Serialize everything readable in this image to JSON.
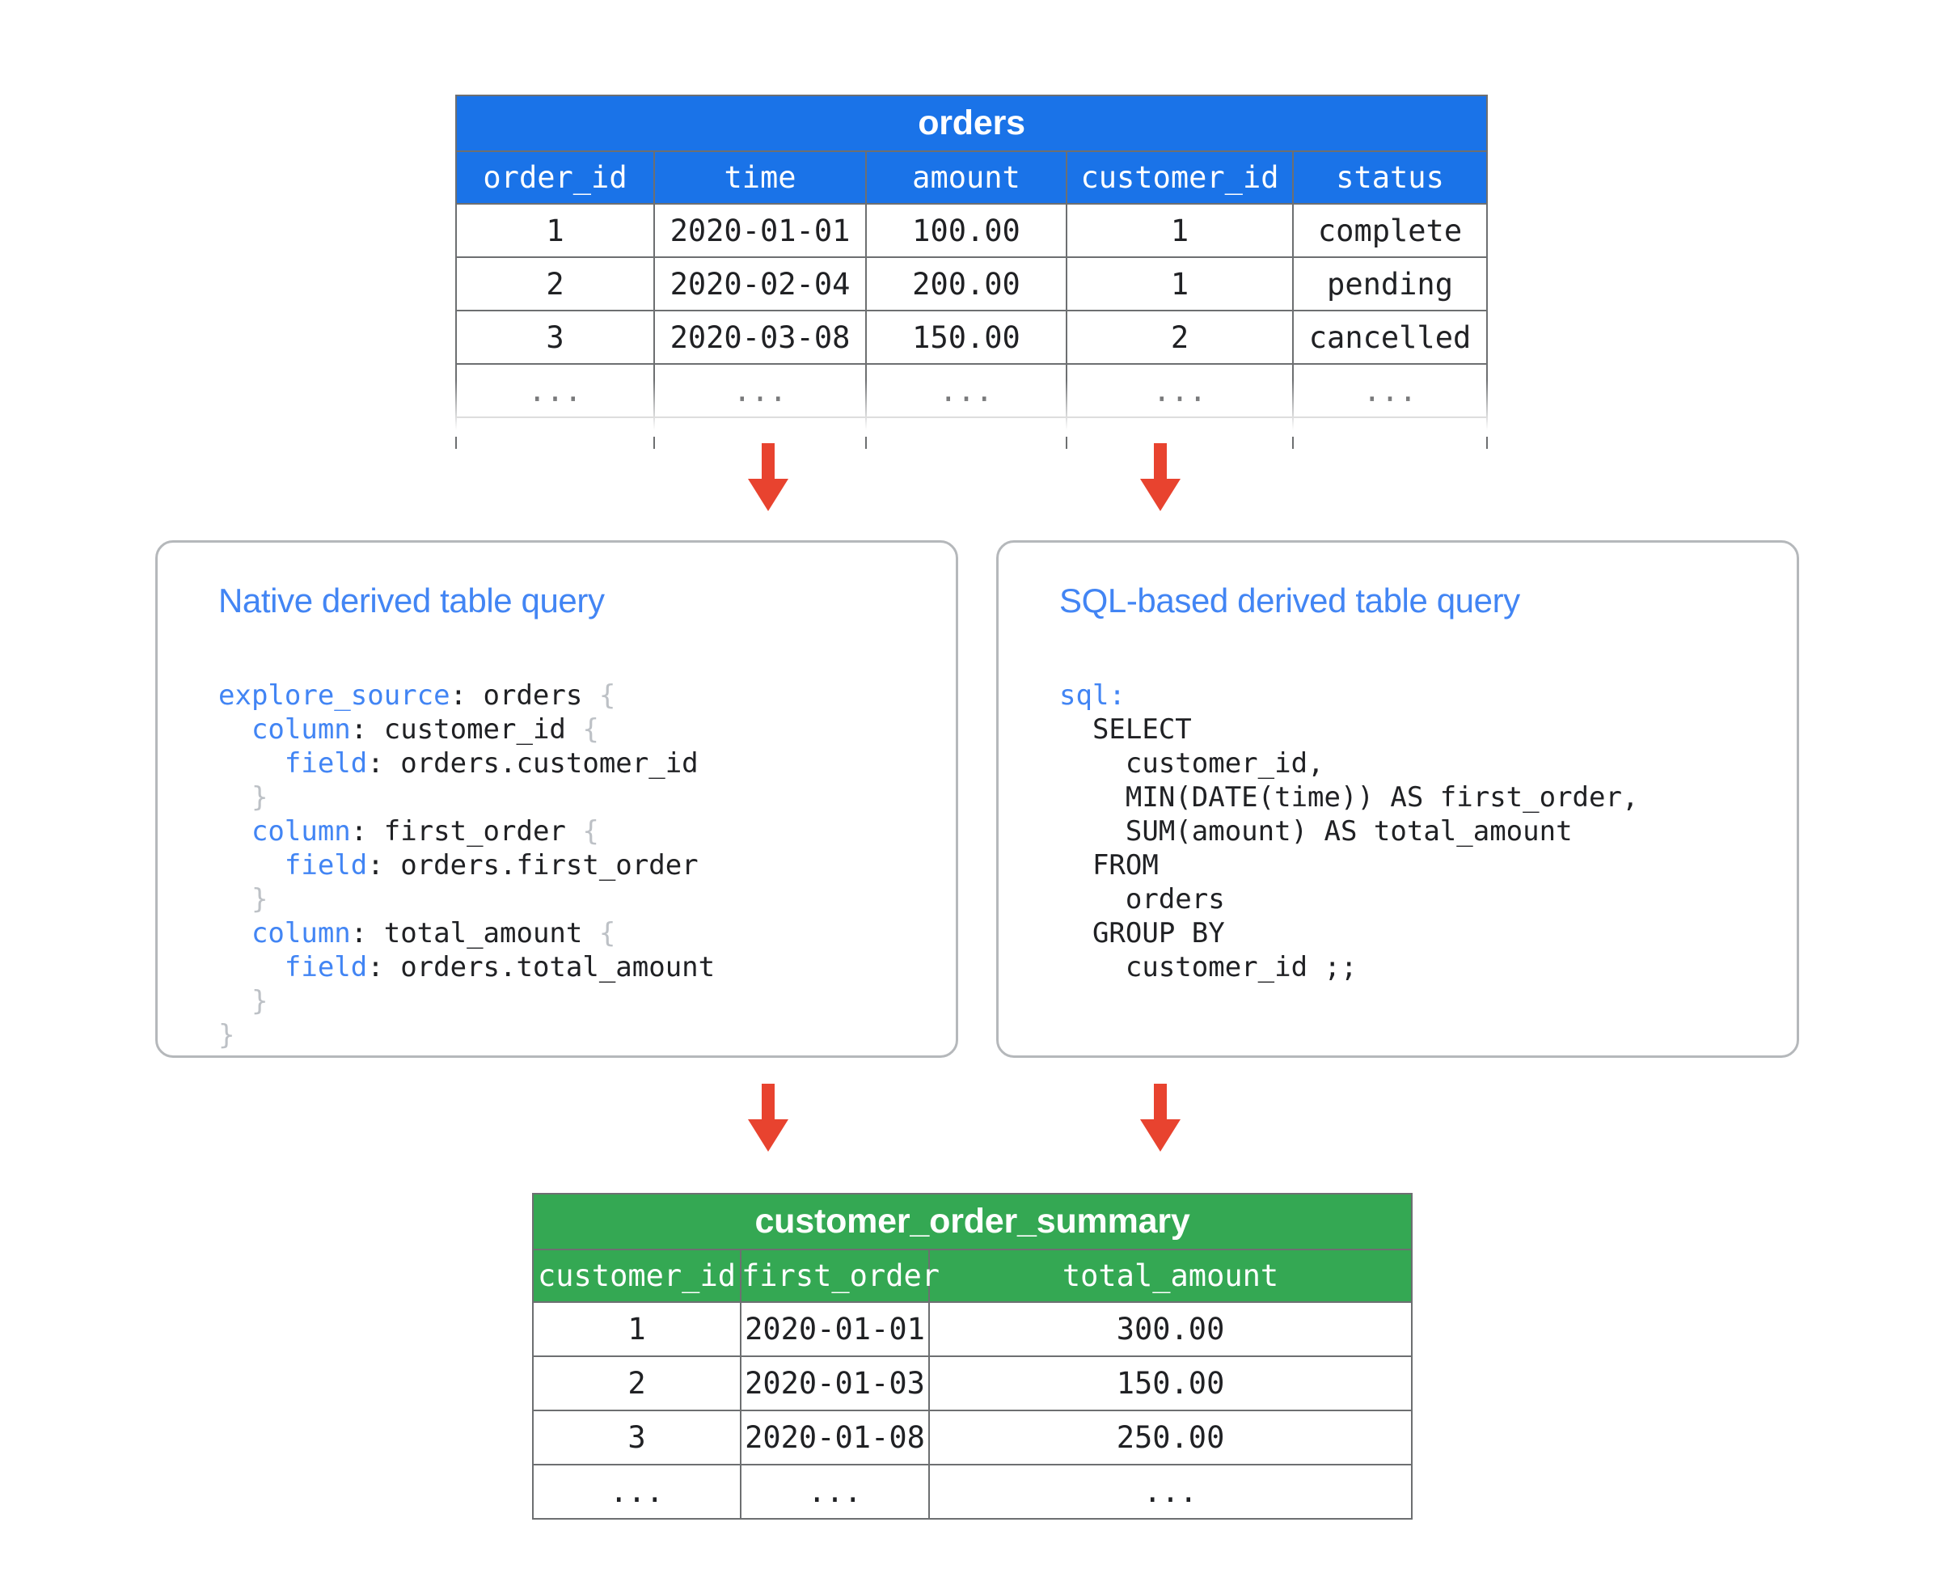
{
  "colors": {
    "source_table_header": "#1a73e8",
    "result_table_header": "#34a853",
    "arrow": "#e8432f",
    "panel_title": "#4285f4",
    "keyword": "#4285f4",
    "brace": "#bdc1c6",
    "grid_line": "#6d6f71"
  },
  "source_table": {
    "title": "orders",
    "columns": [
      "order_id",
      "time",
      "amount",
      "customer_id",
      "status"
    ],
    "rows": [
      [
        "1",
        "2020-01-01",
        "100.00",
        "1",
        "complete"
      ],
      [
        "2",
        "2020-02-04",
        "200.00",
        "1",
        "pending"
      ],
      [
        "3",
        "2020-03-08",
        "150.00",
        "2",
        "cancelled"
      ],
      [
        "...",
        "...",
        "...",
        "...",
        "..."
      ]
    ]
  },
  "result_table": {
    "title": "customer_order_summary",
    "columns": [
      "customer_id",
      "first_order",
      "total_amount"
    ],
    "rows": [
      [
        "1",
        "2020-01-01",
        "300.00"
      ],
      [
        "2",
        "2020-01-03",
        "150.00"
      ],
      [
        "3",
        "2020-01-08",
        "250.00"
      ],
      [
        "...",
        "...",
        "..."
      ]
    ]
  },
  "panels": {
    "native": {
      "title": "Native derived table query",
      "code_lines": [
        [
          {
            "t": "explore_source",
            "c": "kw"
          },
          {
            "t": ": orders ",
            "c": ""
          },
          {
            "t": "{",
            "c": "brc"
          }
        ],
        [
          {
            "t": "  ",
            "c": ""
          },
          {
            "t": "column",
            "c": "kw"
          },
          {
            "t": ": customer_id ",
            "c": ""
          },
          {
            "t": "{",
            "c": "brc"
          }
        ],
        [
          {
            "t": "    ",
            "c": ""
          },
          {
            "t": "field",
            "c": "kw"
          },
          {
            "t": ": orders.customer_id",
            "c": ""
          }
        ],
        [
          {
            "t": "  ",
            "c": ""
          },
          {
            "t": "}",
            "c": "brc"
          }
        ],
        [
          {
            "t": "  ",
            "c": ""
          },
          {
            "t": "column",
            "c": "kw"
          },
          {
            "t": ": first_order ",
            "c": ""
          },
          {
            "t": "{",
            "c": "brc"
          }
        ],
        [
          {
            "t": "    ",
            "c": ""
          },
          {
            "t": "field",
            "c": "kw"
          },
          {
            "t": ": orders.first_order",
            "c": ""
          }
        ],
        [
          {
            "t": "  ",
            "c": ""
          },
          {
            "t": "}",
            "c": "brc"
          }
        ],
        [
          {
            "t": "  ",
            "c": ""
          },
          {
            "t": "column",
            "c": "kw"
          },
          {
            "t": ": total_amount ",
            "c": ""
          },
          {
            "t": "{",
            "c": "brc"
          }
        ],
        [
          {
            "t": "    ",
            "c": ""
          },
          {
            "t": "field",
            "c": "kw"
          },
          {
            "t": ": orders.total_amount",
            "c": ""
          }
        ],
        [
          {
            "t": "  ",
            "c": ""
          },
          {
            "t": "}",
            "c": "brc"
          }
        ],
        [
          {
            "t": "}",
            "c": "brc"
          }
        ]
      ]
    },
    "sql": {
      "title": "SQL-based derived table query",
      "code_lines": [
        [
          {
            "t": "sql",
            "c": "kw"
          },
          {
            "t": ":",
            "c": "kw"
          }
        ],
        [
          {
            "t": "  SELECT",
            "c": ""
          }
        ],
        [
          {
            "t": "    customer_id,",
            "c": ""
          }
        ],
        [
          {
            "t": "    MIN(DATE(time)) AS first_order,",
            "c": ""
          }
        ],
        [
          {
            "t": "    SUM(amount) AS total_amount",
            "c": ""
          }
        ],
        [
          {
            "t": "  FROM",
            "c": ""
          }
        ],
        [
          {
            "t": "    orders",
            "c": ""
          }
        ],
        [
          {
            "t": "  GROUP BY",
            "c": ""
          }
        ],
        [
          {
            "t": "    customer_id ;;",
            "c": ""
          }
        ]
      ]
    }
  },
  "arrows": [
    {
      "name": "arrow-orders-to-native"
    },
    {
      "name": "arrow-orders-to-sql"
    },
    {
      "name": "arrow-native-to-summary"
    },
    {
      "name": "arrow-sql-to-summary"
    }
  ]
}
